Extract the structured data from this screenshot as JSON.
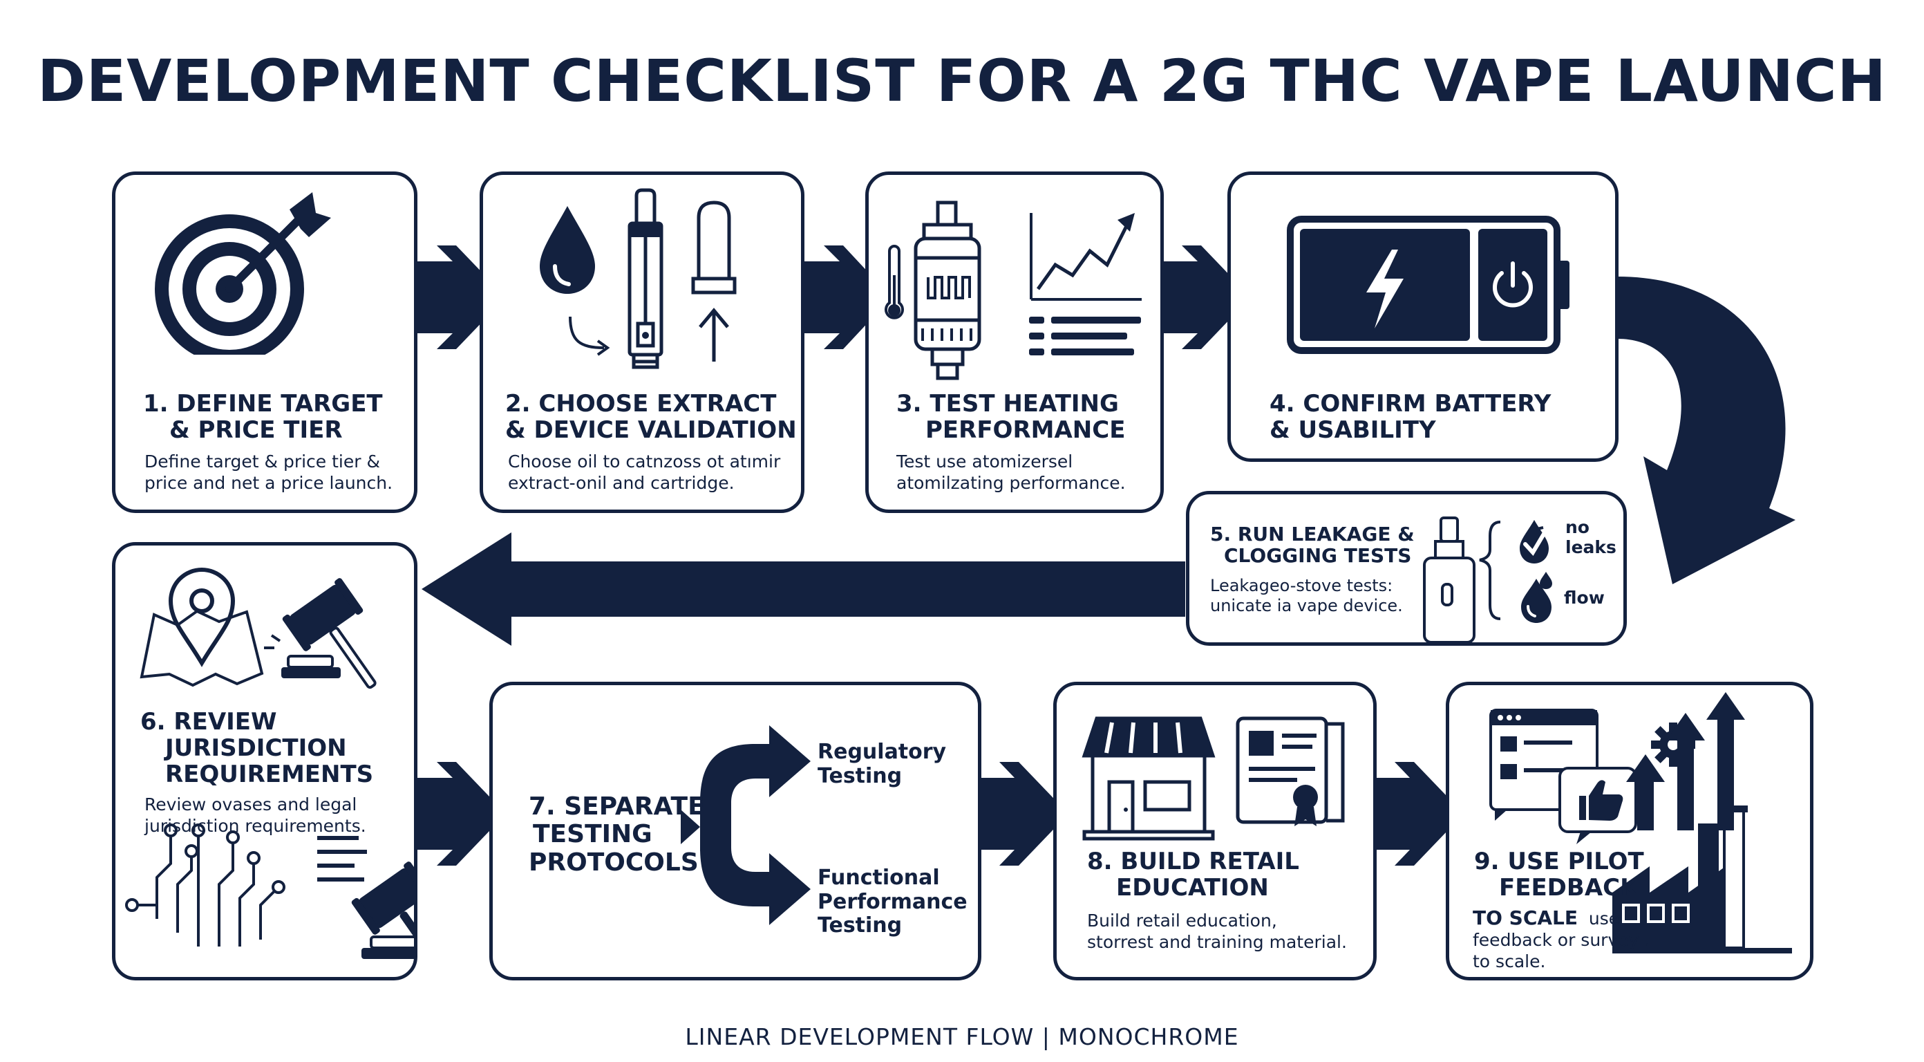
{
  "title": "DEVELOPMENT CHECKLIST FOR A 2G THC VAPE LAUNCH",
  "footer": "LINEAR DEVELOPMENT FLOW | MONOCHROME",
  "colors": {
    "ink": "#13213f",
    "paper": "#ffffff"
  },
  "steps": [
    {
      "title_l1": "1. DEFINE TARGET",
      "title_l2": "& PRICE TIER",
      "desc_l1": "Define target & price tier &",
      "desc_l2": "price and net a price launch.",
      "icon": "target-icon"
    },
    {
      "title_l1": "2. CHOOSE EXTRACT",
      "title_l2": "& DEVICE VALIDATION",
      "desc_l1": "Choose oil to catnzoss ot atımir",
      "desc_l2": "extract-onil and cartridge.",
      "icon": "cartridge-icon"
    },
    {
      "title_l1": "3. TEST HEATING",
      "title_l2": "PERFORMANCE",
      "desc_l1": "Test use atomizersel",
      "desc_l2": "atomilzating performance.",
      "icon": "atomizer-chart-icon"
    },
    {
      "title_l1": "4. CONFIRM BATTERY",
      "title_l2": "& USABILITY",
      "icon": "battery-icon"
    },
    {
      "title_l1": "5. RUN LEAKAGE &",
      "title_l2": "CLOGGING TESTS",
      "desc_l1": "Leakageo-stove tests:",
      "desc_l2": "unicate ia vape device.",
      "label_a_l1": "no",
      "label_a_l2": "leaks",
      "label_b": "flow",
      "icon": "vape-device-icon"
    },
    {
      "title_l1": "6. REVIEW",
      "title_l2": "JURISDICTION",
      "title_l3": "REQUIREMENTS",
      "desc_l1": "Review ovases and legal",
      "desc_l2": "jurisdiction requirements.",
      "icon": "map-gavel-icon"
    },
    {
      "title_l1": "7. SEPARATE",
      "title_l2": "TESTING",
      "title_l3": "PROTOCOLS",
      "branch_a_l1": "Regulatory",
      "branch_a_l2": "Testing",
      "branch_b_l1": "Functional",
      "branch_b_l2": "Performance",
      "branch_b_l3": "Testing",
      "icon": "split-arrow-icon"
    },
    {
      "title_l1": "8. BUILD RETAIL",
      "title_l2": "EDUCATION",
      "desc_l1": "Build retail education,",
      "desc_l2": "storrest and training material.",
      "icon": "storefront-icon"
    },
    {
      "title_l1": "9. USE PILOT",
      "title_l2": "FEEDBACK",
      "title_l3_bold": "TO SCALE",
      "title_l3_rest": "use",
      "desc_l1": "feedback or survey .",
      "desc_l2": "to scale.",
      "icon": "factory-growth-icon"
    }
  ]
}
